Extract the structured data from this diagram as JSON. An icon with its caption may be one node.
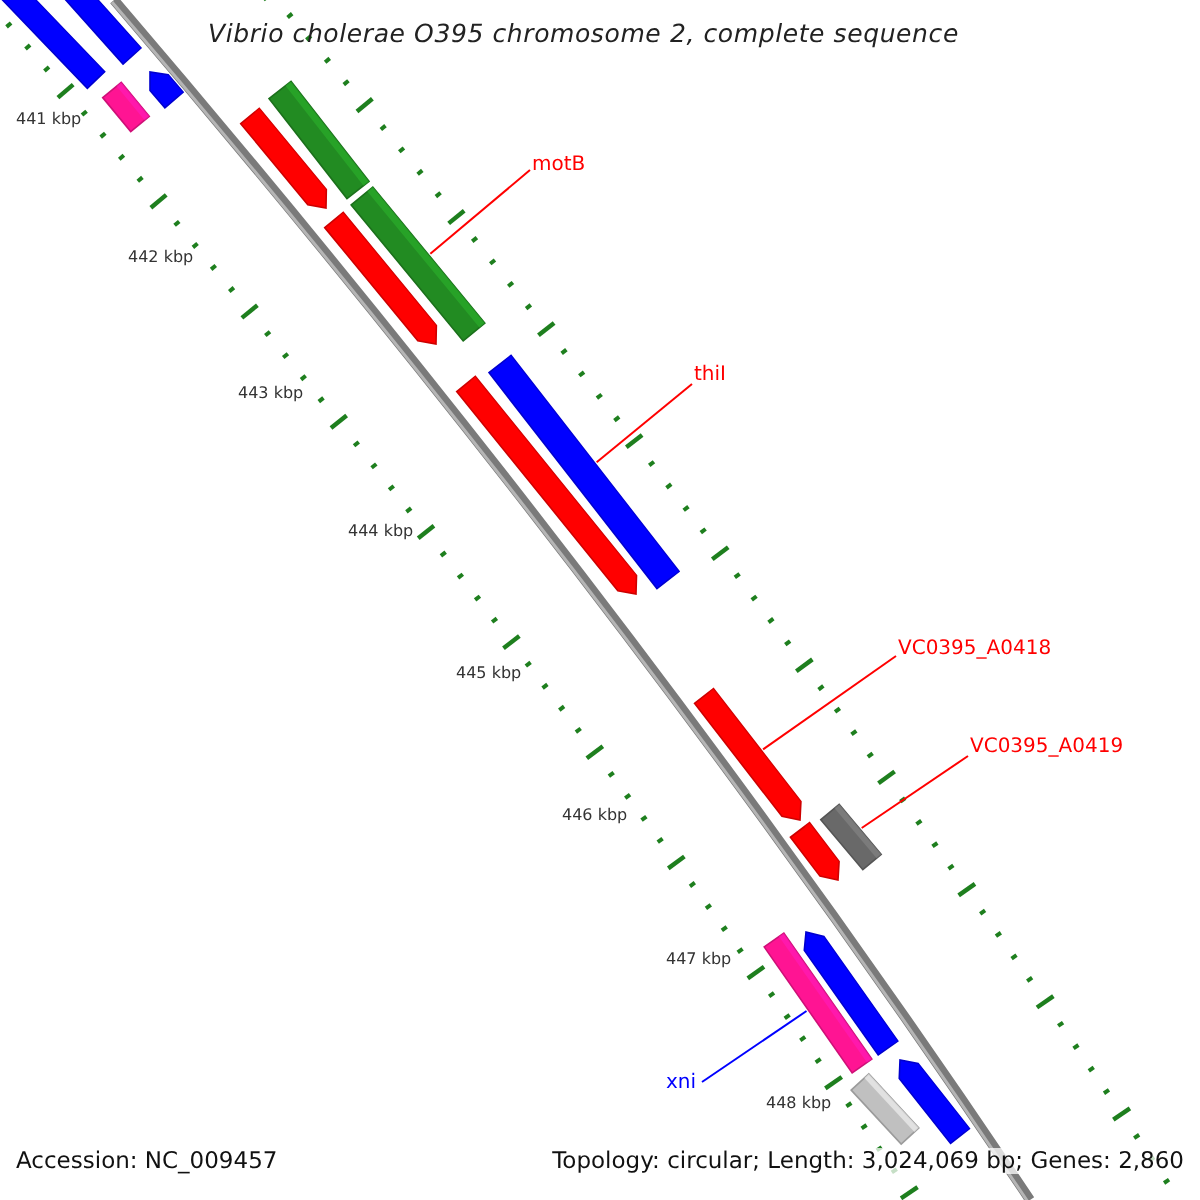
{
  "diagram": {
    "title": "Vibrio cholerae O395 chromosome 2, complete sequence",
    "nodes": [
      {
        "text": [],
        "shape": "bar"
      },
      {
        "text": [],
        "shape": "bar"
      },
      {
        "text": [],
        "shape": "bar"
      },
      {
        "text": [],
        "shape": "bar"
      },
      {
        "text": [],
        "shape": "bar"
      },
      {
        "text": [],
        "shape": "bar"
      },
      {
        "text": [
          "motB"
        ]
      },
      {
        "text": [],
        "shape": "bar"
      },
      {
        "text": [],
        "shape": "bar"
      },
      {
        "text": [
          "thiI"
        ]
      },
      {
        "text": [],
        "shape": "bar"
      },
      {
        "text": [],
        "shape": "bar"
      },
      {
        "text": [
          "VC0395_A0418"
        ]
      },
      {
        "text": [],
        "shape": "bar"
      },
      {
        "text": [
          "VC0395_A0419"
        ]
      },
      {
        "text": [],
        "shape": "bar"
      },
      {
        "text": [],
        "shape": "bar"
      },
      {
        "text": [],
        "shape": "bar"
      },
      {
        "text": [],
        "shape": "bar"
      },
      {
        "text": [
          "xni"
        ]
      },
      {
        "text": [],
        "shape": "bar"
      },
      {
        "text": [],
        "shape": "bar"
      }
    ],
    "edges": [
      {
        "from": 6,
        "to": 7,
        "arrow": "none"
      },
      {
        "from": 9,
        "to": 10,
        "arrow": "none"
      },
      {
        "from": 12,
        "to": 13,
        "arrow": "none"
      },
      {
        "from": 14,
        "to": 15,
        "arrow": "none"
      },
      {
        "from": 19,
        "to": 18,
        "arrow": "none",
        "color": "#0000ff"
      }
    ],
    "labels": [
      "441 kbp",
      "442 kbp",
      "443 kbp",
      "444 kbp",
      "445 kbp",
      "446 kbp",
      "447 kbp",
      "448 kbp",
      "Accession: NC_009457",
      "Topology: circular; Length: 3,024,069 bp; Genes: 2,860"
    ]
  }
}
